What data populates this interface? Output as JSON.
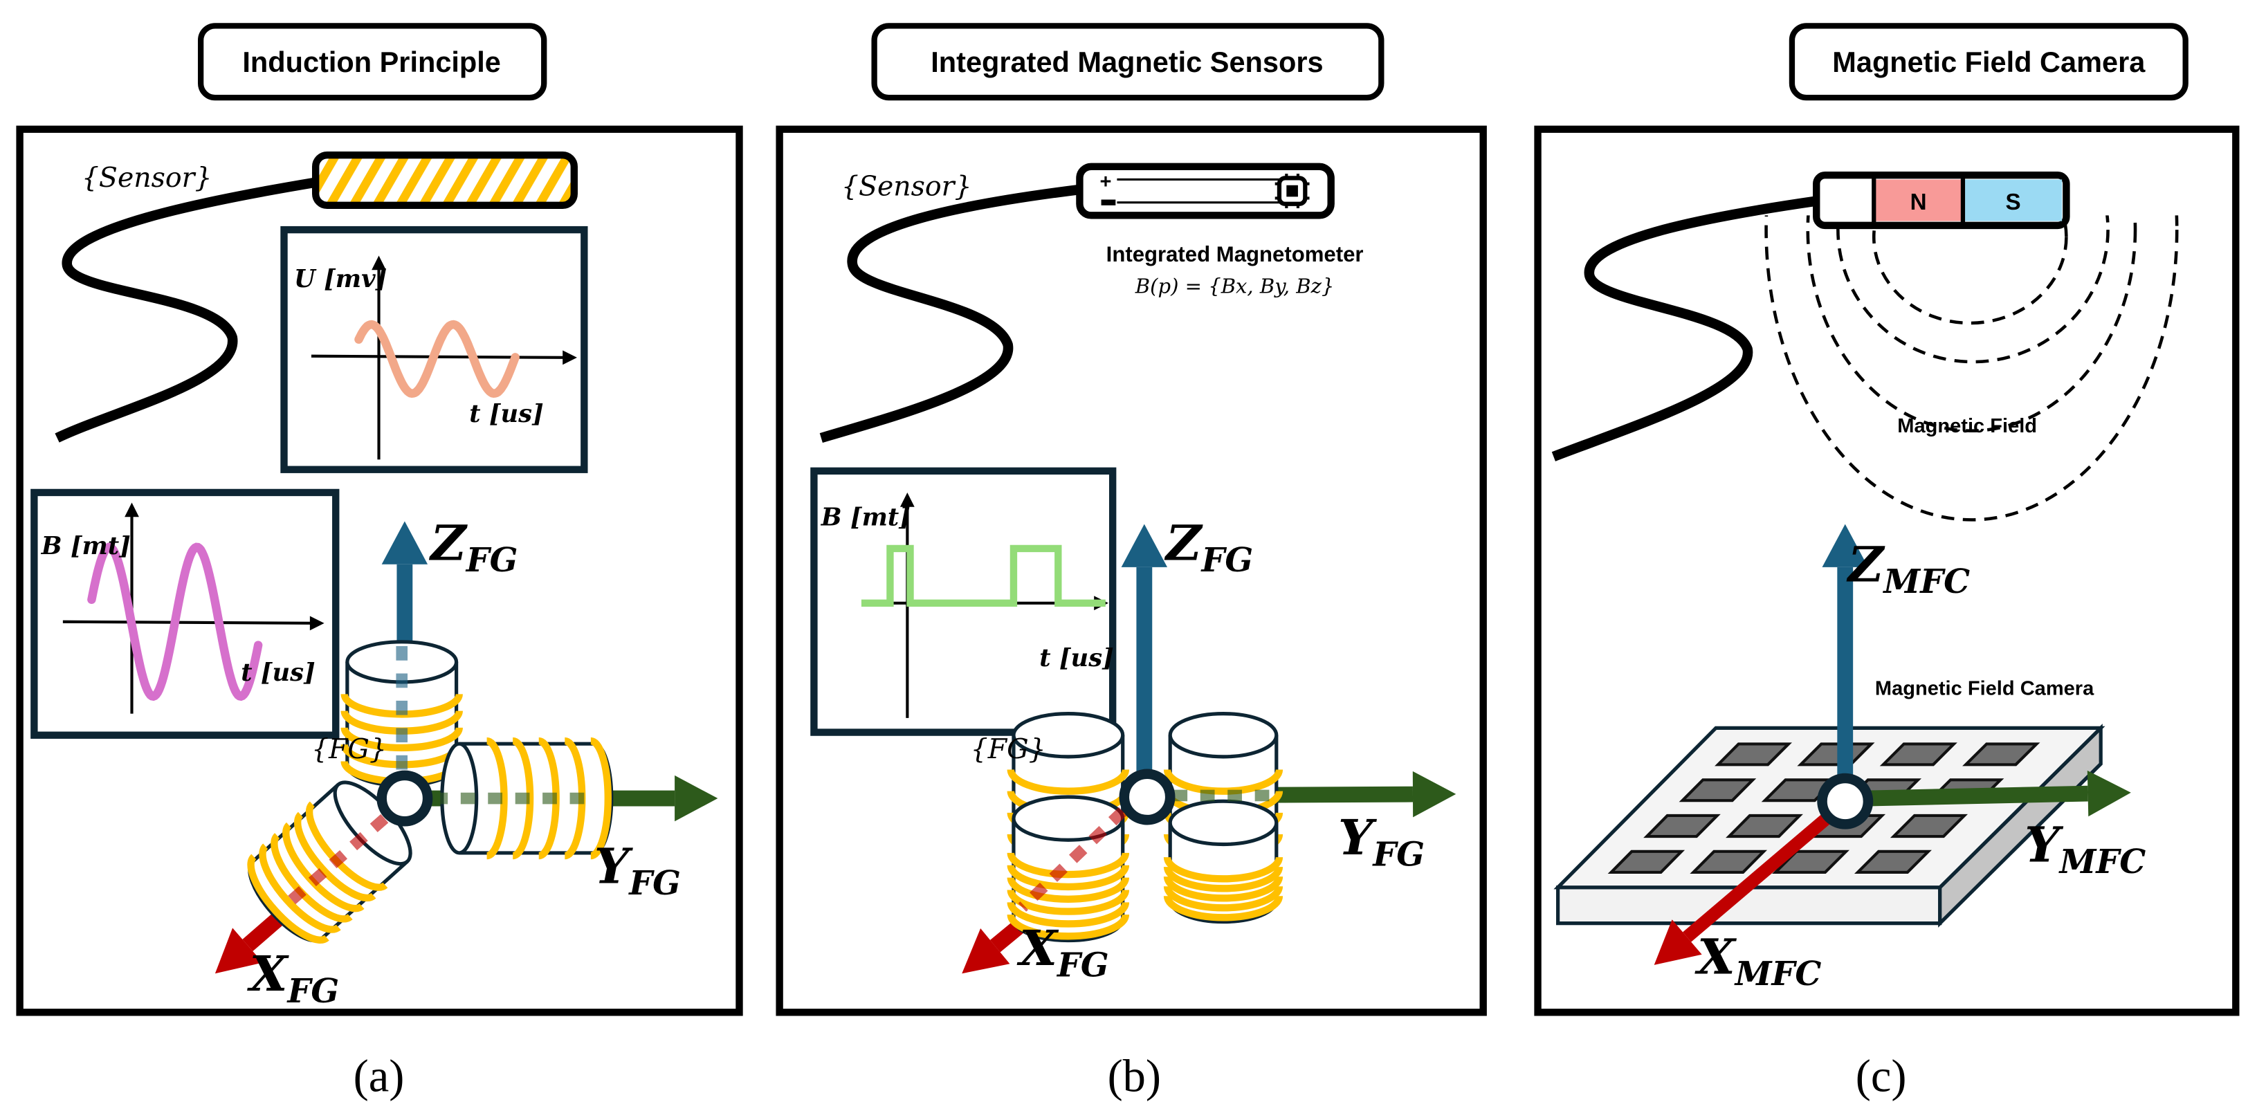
{
  "panels": [
    {
      "title": "Induction Principle",
      "caption": "(a)",
      "sensor_label": "{Sensor}",
      "frame_label": "{FG}",
      "plot_u": {
        "ylabel": "U [mv]",
        "xlabel": "t [us]",
        "signal": "sine",
        "color": "#f2a889"
      },
      "plot_b": {
        "ylabel": "B [mt]",
        "xlabel": "t [us]",
        "signal": "sine",
        "color": "#d670cc"
      },
      "axes": {
        "z": {
          "main": "Z",
          "sub": "FG"
        },
        "y": {
          "main": "Y",
          "sub": "FG"
        },
        "x": {
          "main": "X",
          "sub": "FG"
        }
      }
    },
    {
      "title": "Integrated Magnetic Sensors",
      "caption": "(b)",
      "sensor_label": "{Sensor}",
      "frame_label": "{FG}",
      "device_label": "Integrated Magnetometer",
      "device_formula": "B(p) = {Bx, By, Bz}",
      "plot_b": {
        "ylabel": "B [mt]",
        "xlabel": "t [us]",
        "signal": "square",
        "color": "#93dc78"
      },
      "axes": {
        "z": {
          "main": "Z",
          "sub": "FG"
        },
        "y": {
          "main": "Y",
          "sub": "FG"
        },
        "x": {
          "main": "X",
          "sub": "FG"
        }
      }
    },
    {
      "title": "Magnetic Field Camera",
      "caption": "(c)",
      "magnet": {
        "north": "N",
        "south": "S",
        "north_color": "#f89a98",
        "south_color": "#9bdaf3"
      },
      "field_label": "Magnetic Field",
      "camera_label": "Magnetic Field Camera",
      "axes": {
        "z": {
          "main": "Z",
          "sub": "MFC"
        },
        "y": {
          "main": "Y",
          "sub": "MFC"
        },
        "x": {
          "main": "X",
          "sub": "MFC"
        }
      }
    }
  ],
  "colors": {
    "z_axis": "#1a5f82",
    "y_axis": "#2d5a1b",
    "x_axis": "#c00000",
    "coil": "#ffc000",
    "frame": "#0d2533"
  }
}
